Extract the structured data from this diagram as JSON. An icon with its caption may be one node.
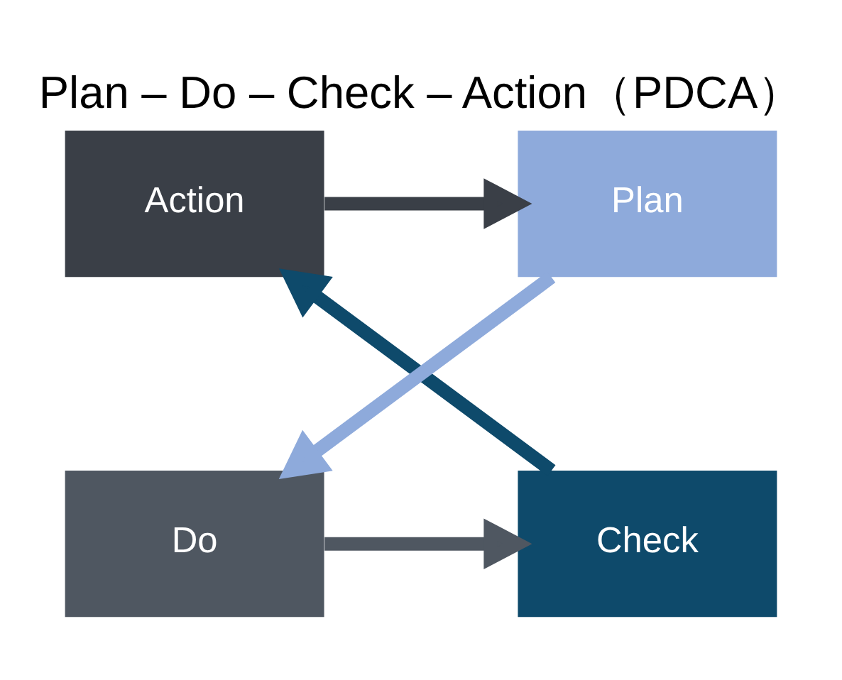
{
  "diagram": {
    "title": "Plan – Do – Check – Action（PDCA）",
    "nodes": [
      {
        "text": [
          "Action"
        ]
      },
      {
        "text": [
          "Plan"
        ]
      },
      {
        "text": [
          "Do"
        ]
      },
      {
        "text": [
          "Check"
        ]
      }
    ],
    "edges": [
      {
        "from": 0,
        "to": 1,
        "arrow": "to",
        "color": "#3a3f47"
      },
      {
        "from": 1,
        "to": 2,
        "arrow": "to",
        "color": "#8eaadb"
      },
      {
        "from": 2,
        "to": 3,
        "arrow": "to",
        "color": "#4f5761"
      },
      {
        "from": 3,
        "to": 0,
        "arrow": "to",
        "color": "#0e4a6b"
      }
    ]
  }
}
